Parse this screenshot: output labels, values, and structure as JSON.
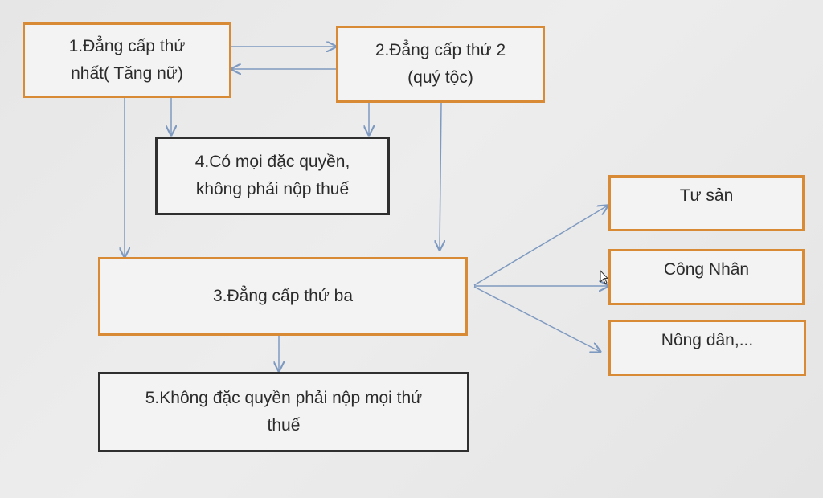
{
  "nodes": {
    "tang_lop_1": {
      "label": "1.Đẳng cấp thứ\nnhất( Tăng nữ)"
    },
    "tang_lop_2": {
      "label": "2.Đẳng cấp thứ 2\n(quý tộc)"
    },
    "dac_quyen": {
      "label": "4.Có mọi đặc quyền,\nkhông phải nộp thuế"
    },
    "tang_lop_3": {
      "label": "3.Đẳng cấp thứ ba"
    },
    "khong_dac_quyen": {
      "label": "5.Không đặc quyền phải nộp mọi thứ\nthuế"
    },
    "tu_san": {
      "label": "Tư sản"
    },
    "cong_nhan": {
      "label": "Công Nhân"
    },
    "nong_dan": {
      "label": "Nông dân,..."
    }
  },
  "colors": {
    "orange_border": "#d98a35",
    "black_border": "#2f2f2f",
    "arrow": "#7f9ac0"
  }
}
